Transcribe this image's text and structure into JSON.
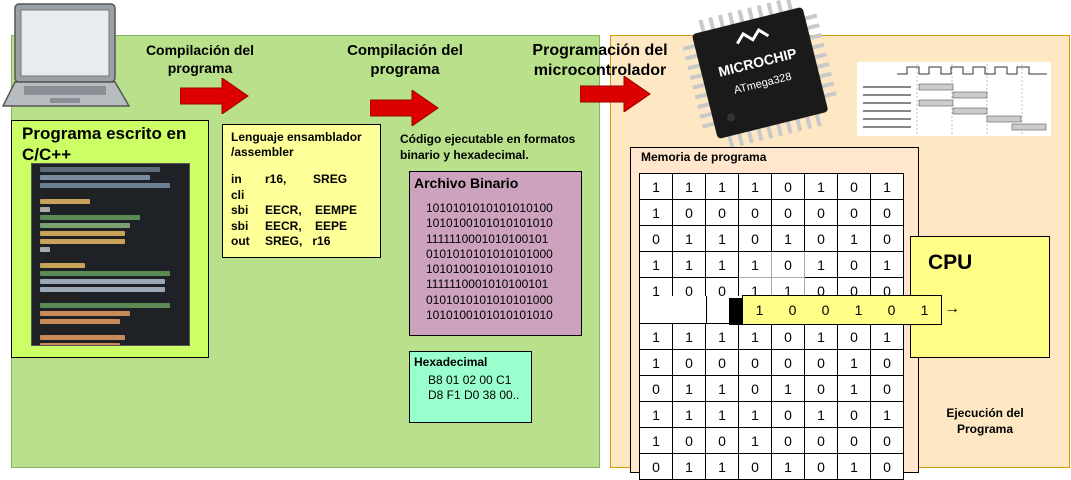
{
  "labels": {
    "compile1": "Compilación del programa",
    "compile2": "Compilación del programa",
    "programming": "Programación del microcontrolador",
    "source_title": "Programa escrito en C/C++",
    "asm_title": "Lenguaje ensamblador /assembler",
    "exec_desc": "Código ejecutable en formatos binario y hexadecimal.",
    "binary_title": "Archivo Binario",
    "hex_title": "Hexadecimal",
    "memory_title": "Memoria de programa",
    "cpu_title": "CPU",
    "execution": "Ejecución del Programa",
    "chip_brand": "MICROCHIP",
    "chip_model": "ATmega328"
  },
  "assembly": [
    {
      "op": "in",
      "args": "r16,        SREG"
    },
    {
      "op": "cli",
      "args": ""
    },
    {
      "op": "sbi",
      "args": "EECR,    EEMPE"
    },
    {
      "op": "sbi",
      "args": "EECR,    EEPE"
    },
    {
      "op": "out",
      "args": "SREG,   r16"
    }
  ],
  "binary_lines": [
    "1010101010101010100",
    "1010100101010101010",
    "1111110001010100101",
    "0101010101010101000",
    "1010100101010101010",
    "1111110001010100101",
    "0101010101010101000",
    "1010100101010101010"
  ],
  "hex_lines": [
    "B8 01 02 00 C1",
    "D8 F1 D0 38 00.."
  ],
  "memory_rows_top": [
    [
      1,
      1,
      1,
      1,
      0,
      1,
      0,
      1
    ],
    [
      1,
      0,
      0,
      0,
      0,
      0,
      0,
      0
    ],
    [
      0,
      1,
      1,
      0,
      1,
      0,
      1,
      0
    ],
    [
      1,
      1,
      1,
      1,
      0,
      1,
      0,
      1
    ],
    [
      1,
      0,
      0,
      1,
      1,
      0,
      0,
      0
    ]
  ],
  "memory_rows_bottom": [
    [
      1,
      1,
      1,
      1,
      0,
      1,
      0,
      1
    ],
    [
      1,
      0,
      0,
      0,
      0,
      0,
      1,
      0
    ],
    [
      0,
      1,
      1,
      0,
      1,
      0,
      1,
      0
    ],
    [
      1,
      1,
      1,
      1,
      0,
      1,
      0,
      1
    ],
    [
      1,
      0,
      0,
      1,
      0,
      0,
      0,
      0
    ],
    [
      0,
      1,
      1,
      0,
      1,
      0,
      1,
      0
    ]
  ],
  "fetched_bits": [
    1,
    0,
    0,
    1,
    0,
    1
  ],
  "fetch_arrow": "→",
  "colors": {
    "green_panel": "#b9e08a",
    "orange_panel": "#fde8c3",
    "arrow_red": "#dd0000",
    "source_box": "#ccff66",
    "asm_box": "#ffff99",
    "binary_box": "#cda2be",
    "hex_box": "#99ffcc",
    "cpu_box": "#ffff88"
  },
  "icons": [
    "laptop-icon",
    "microcontroller-chip-icon",
    "timing-diagram-icon"
  ]
}
